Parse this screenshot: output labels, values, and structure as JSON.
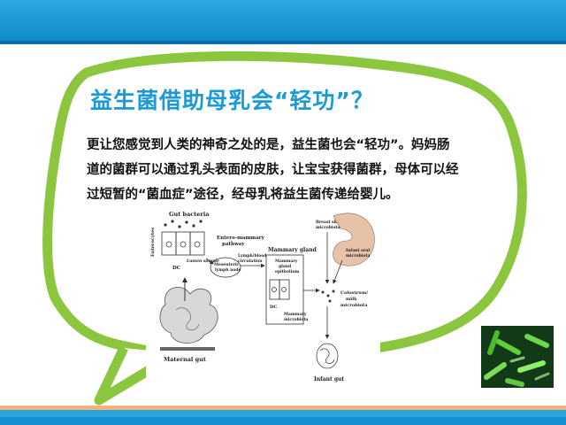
{
  "slide": {
    "title": "益生菌借助母乳会“轻功”？",
    "body_lines": [
      "更让您感觉到人类的神奇之处的是，益生菌也会“轻功”。妈妈肠",
      "道的菌群可以通过乳头表面的皮肤，让宝宝获得菌群，母体可以经",
      "过短暂的“菌血症”途径，经母乳将益生菌传递给婴儿。"
    ]
  },
  "diagram": {
    "gut_bacteria": "Gut bacteria",
    "enterocytes": "Enterocytes",
    "dc": "DC",
    "lumen_sample": "Lumen sample",
    "maternal_gut": "Maternal gut",
    "entero_mammary": [
      "Entero-mammary",
      "pathway"
    ],
    "lymph_blood": [
      "Lymph/blood",
      "circulation"
    ],
    "mesenteric": [
      "Mesenteric",
      "lymph node"
    ],
    "mammary_gland": "Mammary gland",
    "mammary_epi": [
      "Mammary",
      "gland",
      "epithelium"
    ],
    "dc2": "DC",
    "mammary_microbiota": [
      "Mammary",
      "microbiota"
    ],
    "breast_skin": [
      "Breast skin",
      "microbiota"
    ],
    "infant_oral": [
      "Infant oral",
      "microbiota"
    ],
    "colostrum": [
      "Colostrum/",
      "milk",
      "microbiota"
    ],
    "infant_gut": "Infant gut"
  },
  "colors": {
    "header_blue": "#1a9ad6",
    "bubble_green": "#8cc63f",
    "text": "#111111"
  }
}
